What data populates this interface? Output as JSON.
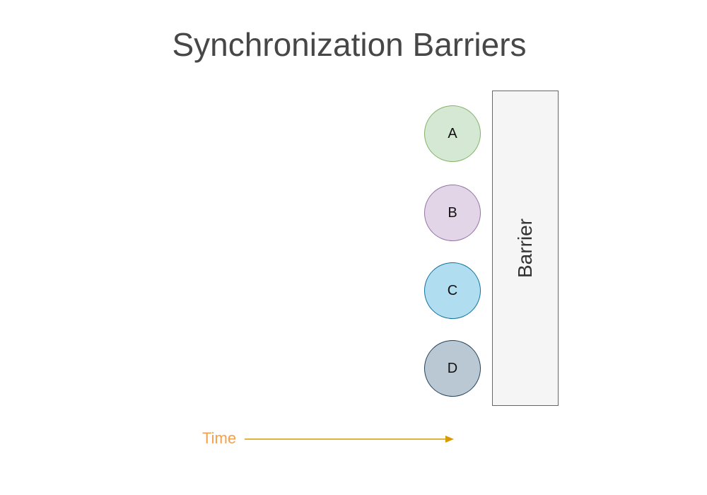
{
  "title": "Synchronization Barriers",
  "nodes": [
    {
      "label": "A",
      "fill": "#d5e8d4",
      "stroke": "#82b366"
    },
    {
      "label": "B",
      "fill": "#e1d5e7",
      "stroke": "#9673a6"
    },
    {
      "label": "C",
      "fill": "#b1ddf0",
      "stroke": "#10739e"
    },
    {
      "label": "D",
      "fill": "#bac8d3",
      "stroke": "#23445d"
    }
  ],
  "barrier": {
    "label": "Barrier",
    "fill": "#f5f5f5",
    "stroke": "#666666"
  },
  "time": {
    "label": "Time",
    "color": "#f5a04a",
    "arrow_color": "#d79b00"
  }
}
